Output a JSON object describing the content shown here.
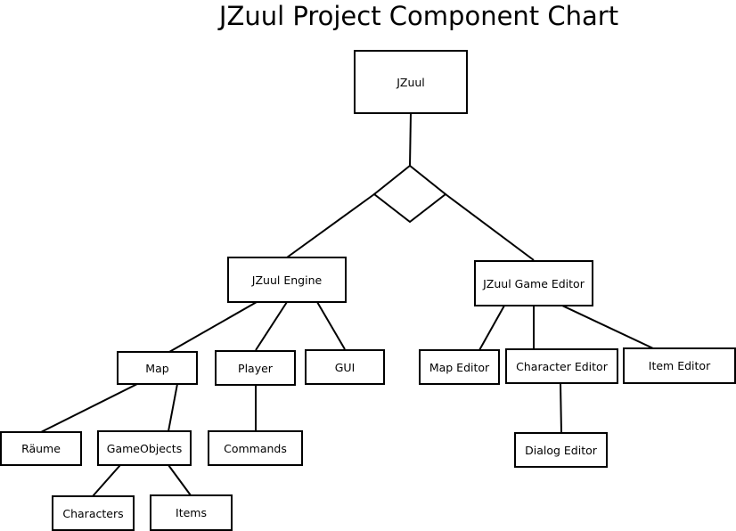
{
  "title": "JZuul Project Component Chart",
  "nodes": {
    "jzuul": "JZuul",
    "engine": "JZuul Engine",
    "editor": "JZuul Game Editor",
    "map": "Map",
    "player": "Player",
    "gui": "GUI",
    "raeume": "Räume",
    "gameobjects": "GameObjects",
    "commands": "Commands",
    "characters": "Characters",
    "items": "Items",
    "map_editor": "Map Editor",
    "character_editor": "Character Editor",
    "item_editor": "Item Editor",
    "dialog_editor": "Dialog Editor"
  }
}
